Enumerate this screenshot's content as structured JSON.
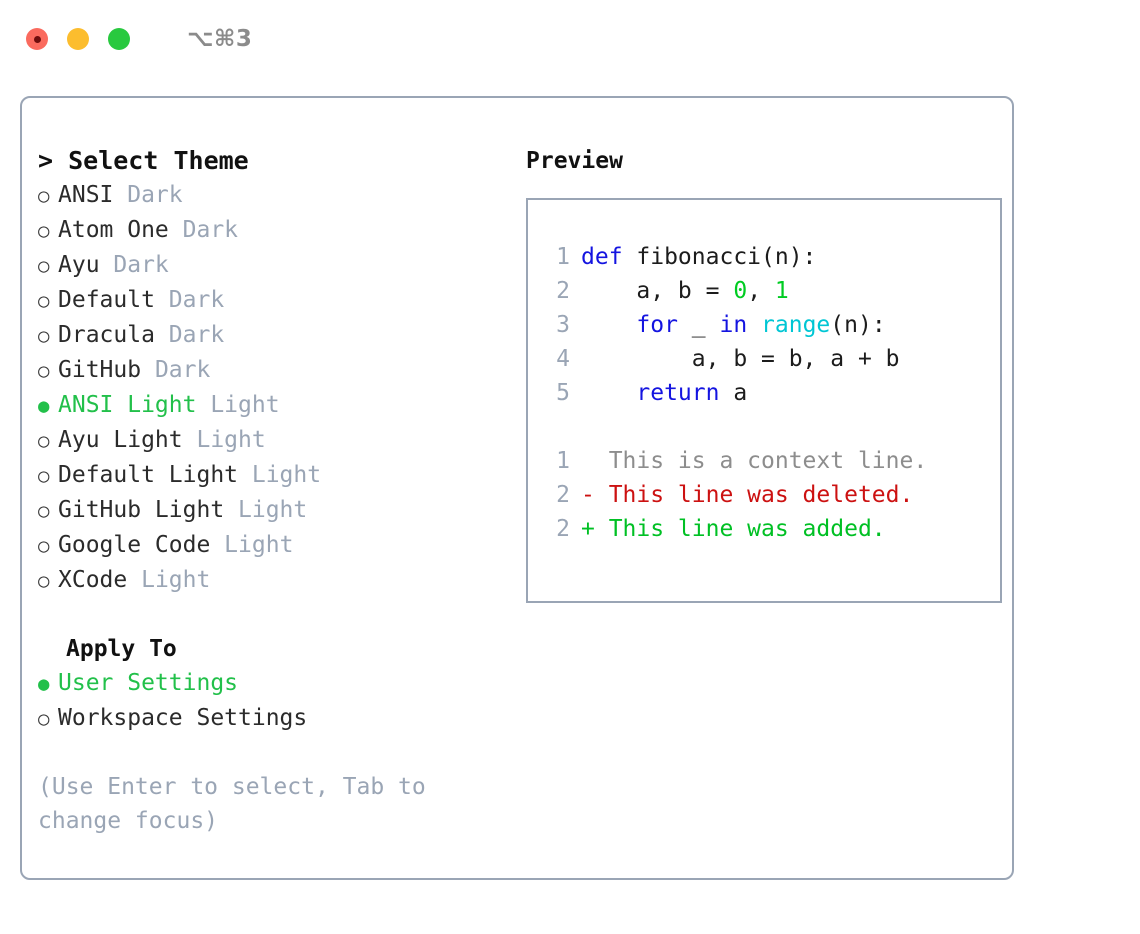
{
  "window": {
    "title": "⌥⌘3",
    "traffic_lights": [
      {
        "name": "close",
        "color": "#fa6a5e"
      },
      {
        "name": "minimize",
        "color": "#fcbd2e"
      },
      {
        "name": "maximize",
        "color": "#28c93f"
      }
    ]
  },
  "colors": {
    "accent_green": "#22c04a",
    "muted": "#9aa5b5",
    "text": "#2b2b2b",
    "keyword": "#1414e0",
    "function": "#00c6d4",
    "number": "#00cc22",
    "diff_add": "#00c024",
    "diff_del": "#cc1111",
    "diff_ctx": "#8d8d8d",
    "border": "#9aa5b5"
  },
  "theme_picker": {
    "heading": "> Select Theme",
    "marker_selected": "●",
    "marker_unselected": "○",
    "items": [
      {
        "name": "ANSI",
        "suffix": "Dark",
        "selected": false
      },
      {
        "name": "Atom One",
        "suffix": "Dark",
        "selected": false
      },
      {
        "name": "Ayu",
        "suffix": "Dark",
        "selected": false
      },
      {
        "name": "Default",
        "suffix": "Dark",
        "selected": false
      },
      {
        "name": "Dracula",
        "suffix": "Dark",
        "selected": false
      },
      {
        "name": "GitHub",
        "suffix": "Dark",
        "selected": false
      },
      {
        "name": "ANSI Light",
        "suffix": "Light",
        "selected": true
      },
      {
        "name": "Ayu Light",
        "suffix": "Light",
        "selected": false
      },
      {
        "name": "Default Light",
        "suffix": "Light",
        "selected": false
      },
      {
        "name": "GitHub Light",
        "suffix": "Light",
        "selected": false
      },
      {
        "name": "Google Code",
        "suffix": "Light",
        "selected": false
      },
      {
        "name": "XCode",
        "suffix": "Light",
        "selected": false
      }
    ]
  },
  "apply_to": {
    "heading": "Apply To",
    "items": [
      {
        "name": "User Settings",
        "selected": true
      },
      {
        "name": "Workspace Settings",
        "selected": false
      }
    ]
  },
  "hint": "(Use Enter to select, Tab to change focus)",
  "preview": {
    "title": "Preview",
    "code_lines": [
      {
        "num": "1",
        "tokens": [
          {
            "t": "def",
            "c": "kw"
          },
          {
            "t": " fibonacci(n):",
            "c": "txt"
          }
        ]
      },
      {
        "num": "2",
        "tokens": [
          {
            "t": "    a, b = ",
            "c": "txt"
          },
          {
            "t": "0",
            "c": "num"
          },
          {
            "t": ", ",
            "c": "txt"
          },
          {
            "t": "1",
            "c": "num"
          }
        ]
      },
      {
        "num": "3",
        "tokens": [
          {
            "t": "    ",
            "c": "txt"
          },
          {
            "t": "for",
            "c": "kw"
          },
          {
            "t": " _ ",
            "c": "txt"
          },
          {
            "t": "in",
            "c": "kw"
          },
          {
            "t": " ",
            "c": "txt"
          },
          {
            "t": "range",
            "c": "fn"
          },
          {
            "t": "(n):",
            "c": "txt"
          }
        ]
      },
      {
        "num": "4",
        "tokens": [
          {
            "t": "        a, b = b, a + b",
            "c": "txt"
          }
        ]
      },
      {
        "num": "5",
        "tokens": [
          {
            "t": "    ",
            "c": "txt"
          },
          {
            "t": "return",
            "c": "kw"
          },
          {
            "t": " a",
            "c": "txt"
          }
        ]
      }
    ],
    "diff_lines": [
      {
        "num": "1",
        "kind": "ctx",
        "text": "  This is a context line."
      },
      {
        "num": "2",
        "kind": "del",
        "text": "- This line was deleted."
      },
      {
        "num": "2",
        "kind": "add",
        "text": "+ This line was added."
      }
    ]
  }
}
